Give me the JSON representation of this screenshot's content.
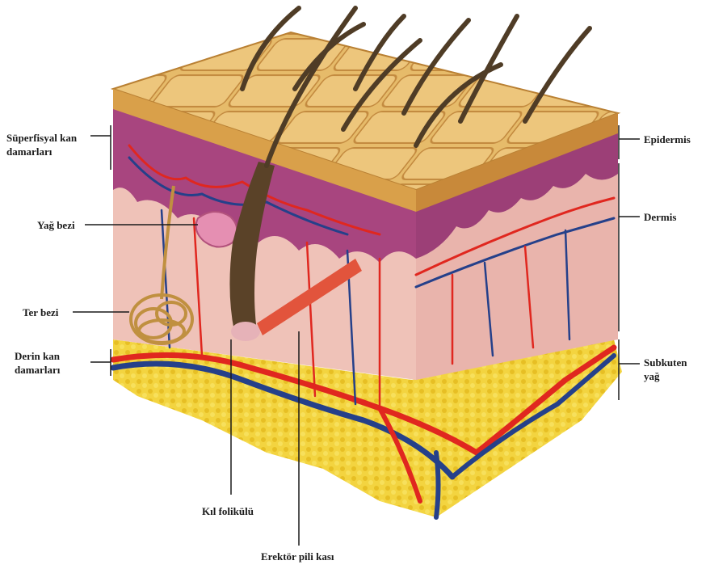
{
  "labels": {
    "superficial_vessels": "Süperfisyal kan\ndamarları",
    "sebaceous_gland": "Yağ bezi",
    "sweat_gland": "Ter bezi",
    "deep_vessels": "Derin kan\ndamarları",
    "hair_follicle": "Kıl folikülü",
    "arrector_pili": "Erektör pili kası",
    "epidermis": "Epidermis",
    "dermis": "Dermis",
    "subcutaneous_fat": "Subkuten\nyağ"
  },
  "colors": {
    "epidermis": "#e3b562",
    "epidermis_edge": "#c4893a",
    "basal_layer": "#a2417d",
    "dermis": "#eebcb4",
    "fat": "#f2d23e",
    "artery": "#e0271f",
    "vein": "#25408a",
    "hair": "#4f3c26",
    "sweat_gland": "#c09040",
    "muscle": "#e2543c"
  }
}
